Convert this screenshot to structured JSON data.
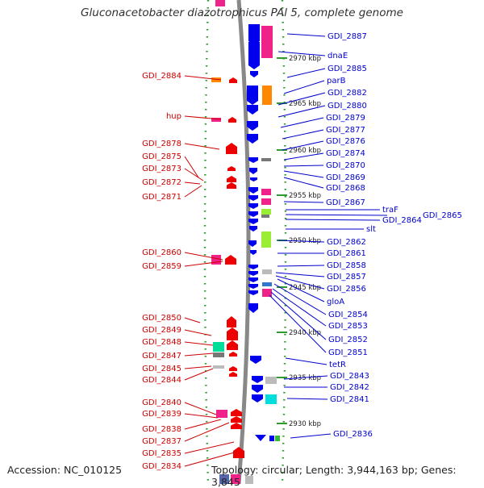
{
  "title": "Gluconacetobacter diazotrophicus PAl 5, complete genome",
  "accession": "Accession: NC_010125",
  "summary": "Topology: circular; Length: 3,944,163 bp; Genes: 3,845",
  "colors": {
    "left_label": "#cc0000",
    "right_label": "#0000cc",
    "backbone": "#888888",
    "tick_dot": "#2f9a2f",
    "scale_text": "#222222"
  },
  "scale_labels": [
    "2970 kbp",
    "2965 kbp",
    "2960 kbp",
    "2955 kbp",
    "2950 kbp",
    "2945 kbp",
    "2940 kbp",
    "2935 kbp",
    "2930 kbp"
  ],
  "left_labels": [
    "GDI_2884",
    "hup",
    "GDI_2878",
    "GDI_2875",
    "GDI_2873",
    "GDI_2872",
    "GDI_2871",
    "GDI_2860",
    "GDI_2859",
    "GDI_2850",
    "GDI_2849",
    "GDI_2848",
    "GDI_2847",
    "GDI_2845",
    "GDI_2844",
    "GDI_2840",
    "GDI_2839",
    "GDI_2838",
    "GDI_2837",
    "GDI_2835",
    "GDI_2834"
  ],
  "right_labels": [
    "GDI_2887",
    "dnaE",
    "GDI_2885",
    "parB",
    "GDI_2882",
    "GDI_2880",
    "GDI_2879",
    "GDI_2877",
    "GDI_2876",
    "GDI_2874",
    "GDI_2870",
    "GDI_2869",
    "GDI_2868",
    "GDI_2867",
    "traF",
    "GDI_2865",
    "GDI_2864",
    "slt",
    "GDI_2862",
    "GDI_2861",
    "GDI_2858",
    "GDI_2857",
    "GDI_2856",
    "gloA",
    "GDI_2854",
    "GDI_2853",
    "GDI_2852",
    "GDI_2851",
    "tetR",
    "GDI_2843",
    "GDI_2842",
    "GDI_2841",
    "GDI_2836"
  ],
  "icons": [
    "gene-arrow-forward",
    "gene-arrow-reverse",
    "gene-box"
  ]
}
